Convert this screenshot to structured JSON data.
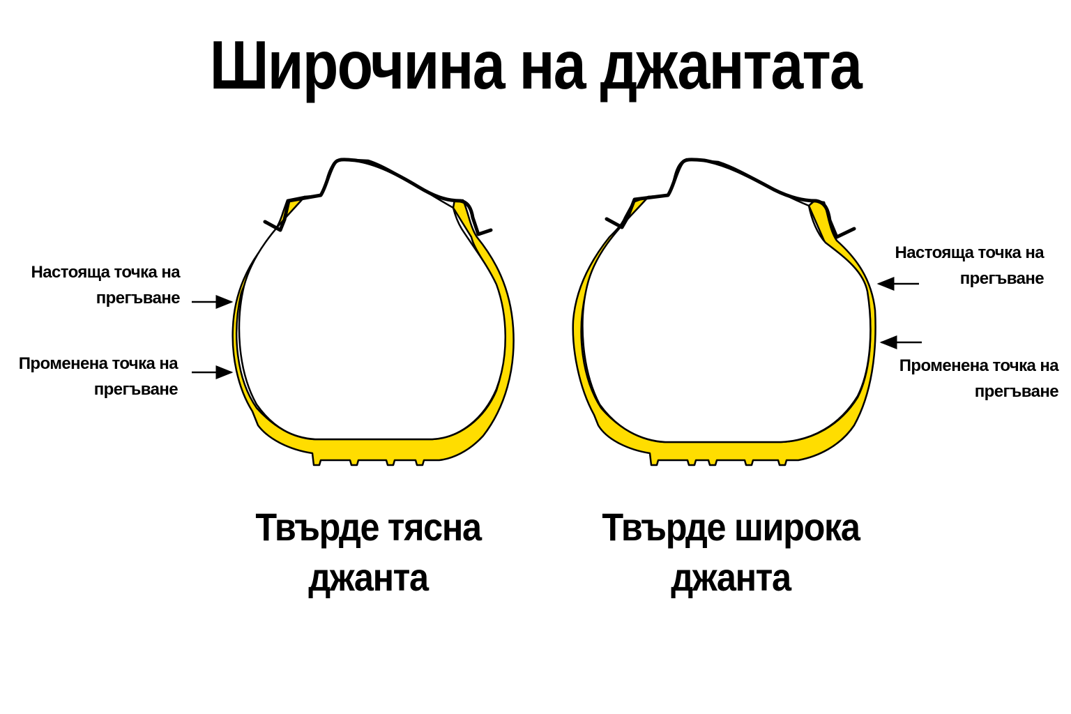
{
  "title": "Широчина на джантата",
  "diagrams": [
    {
      "caption_line1": "Твърде тясна",
      "caption_line2": "джанта",
      "labels": [
        {
          "line1": "Настояща точка на",
          "line2": "прегъване"
        },
        {
          "line1": "Променена точка на",
          "line2": "прегъване"
        }
      ]
    },
    {
      "caption_line1": "Твърде широка",
      "caption_line2": "джанта",
      "labels": [
        {
          "line1": "Настояща точка на",
          "line2": "прегъване"
        },
        {
          "line1": "Променена точка на",
          "line2": "прегъване"
        }
      ]
    }
  ],
  "colors": {
    "tire": "#FFDD00",
    "outline": "#000000",
    "background": "#FFFFFF"
  }
}
